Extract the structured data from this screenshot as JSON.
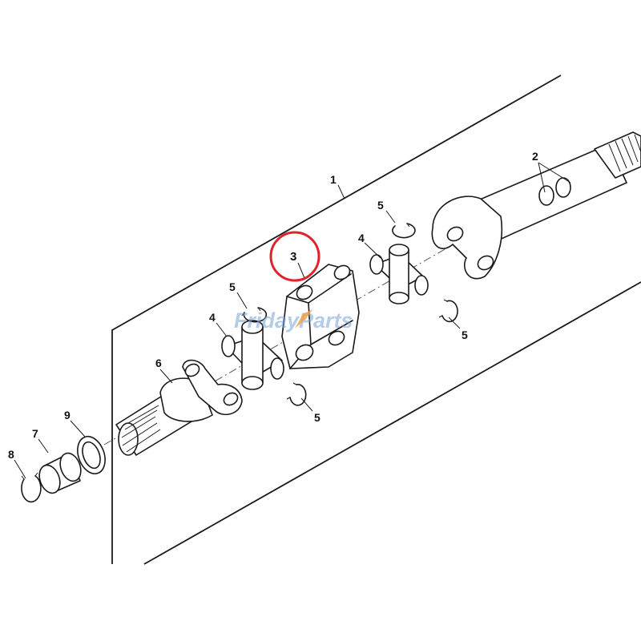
{
  "callouts": {
    "c1": "1",
    "c2": "2",
    "c3": "3",
    "c4a": "4",
    "c4b": "4",
    "c5a": "5",
    "c5b": "5",
    "c5c": "5",
    "c5d": "5",
    "c6": "6",
    "c7": "7",
    "c8": "8",
    "c9": "9"
  },
  "watermark": {
    "part1": "Friday",
    "part2": "Parts"
  },
  "colors": {
    "highlight_circle": "#e0242b",
    "watermark_blue": "#7aa3d6",
    "watermark_orange": "#f0a040",
    "line": "#1a1a1a"
  }
}
